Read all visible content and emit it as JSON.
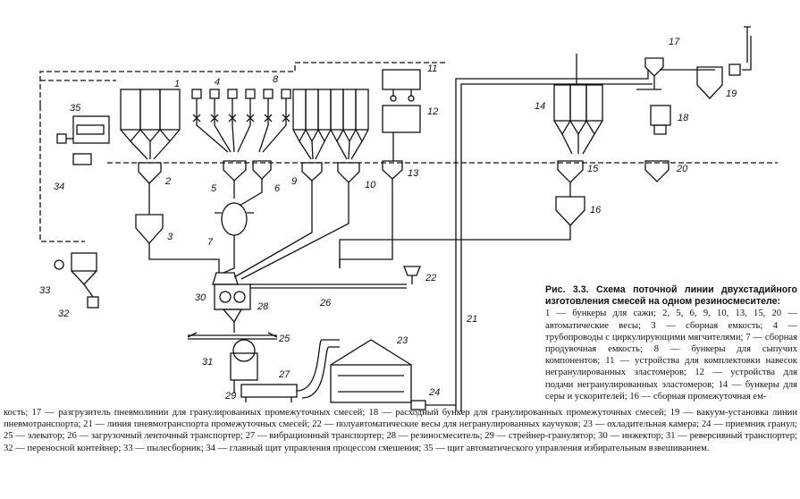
{
  "figure": {
    "caption_title": "Рис. 3.3. Схема поточной линии двухстадийного изготовления смесей на одном резиносмесителе:",
    "legend_right": "1 — бункеры для сажи; 2, 5, 6, 9, 10, 13, 15, 20 — автоматические весы; 3 — сборная емкость; 4 — трубопроводы с циркулирующими мягчителями; 7 — сборная продувочная емкость; 8 — бункеры для сыпучих компонентов; 11 — устройства для комплектовки навесок негранулированных эластомеров; 12 — устройства для подачи негранулированных эластомеров; 14 — бункеры для серы и ускорителей; 16 — сборная промежуточная ем-",
    "legend_bottom": "кость; 17 — разгрузитель пневмолинии для гранулированных промежуточных смесей; 18 — расходный бункер для гранулированных промежуточных смесей; 19 — вакуум-установка линии пневмотранспорта; 21 — линия пневмотранспорта промежуточных смесей; 22 — полуавтоматические весы для негранулированных каучуков; 23 — охладительная камера; 24 — приемник гранул; 25 — элеватор; 26 — загрузочный ленточный транспортер; 27 — вибрационный транспортер; 28 — резиносмеситель; 29 — стрейнер-гранулятор; 30 — инжектор; 31 — реверсивный транспортер; 32 — переносной контейнер; 33 — пылесборник; 34 — главный щит управления процессом смешения; 35 — щит автоматического управления избирательным взвешиванием."
  },
  "labels": {
    "n1": "1",
    "n2": "2",
    "n3": "3",
    "n4": "4",
    "n5": "5",
    "n6": "6",
    "n7": "7",
    "n8": "8",
    "n9": "9",
    "n10": "10",
    "n11": "11",
    "n12": "12",
    "n13": "13",
    "n14": "14",
    "n15": "15",
    "n16": "16",
    "n17": "17",
    "n18": "18",
    "n19": "19",
    "n20": "20",
    "n21": "21",
    "n22": "22",
    "n23": "23",
    "n24": "24",
    "n25": "25",
    "n26": "26",
    "n27": "27",
    "n28": "28",
    "n29": "29",
    "n30": "30",
    "n31": "31",
    "n32": "32",
    "n33": "33",
    "n34": "34",
    "n35": "35"
  }
}
